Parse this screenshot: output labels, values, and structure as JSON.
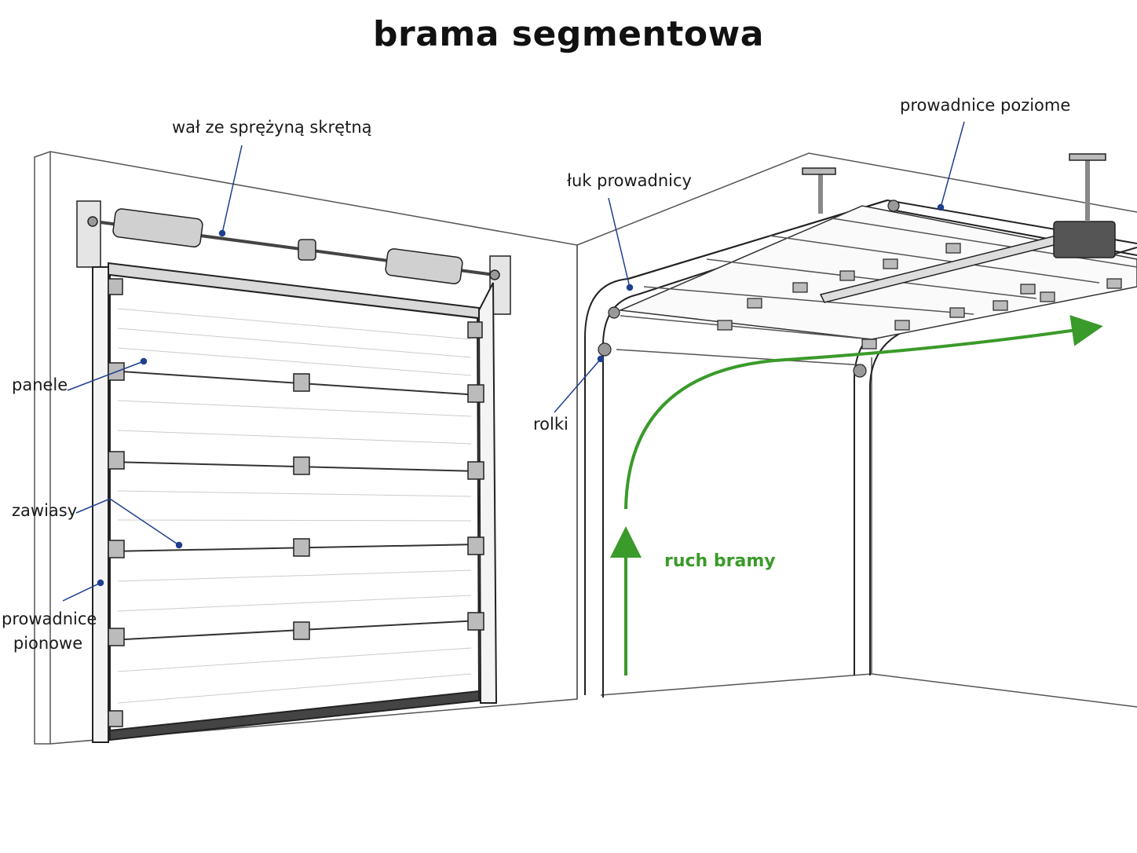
{
  "title": "brama segmentowa",
  "labels": {
    "shaft": "wał ze sprężyną skrętną",
    "horizontal_rails": "prowadnice poziome",
    "rail_arc": "łuk prowadnicy",
    "panels": "panele",
    "rollers": "rolki",
    "hinges": "zawiasy",
    "vertical_rails_line1": "prowadnice",
    "vertical_rails_line2": "pionowe",
    "movement": "ruch bramy"
  },
  "colors": {
    "line": "#1f1f1f",
    "leader": "#1f3f8f",
    "arrow": "#3a9a2a",
    "wall": "#ffffff"
  }
}
